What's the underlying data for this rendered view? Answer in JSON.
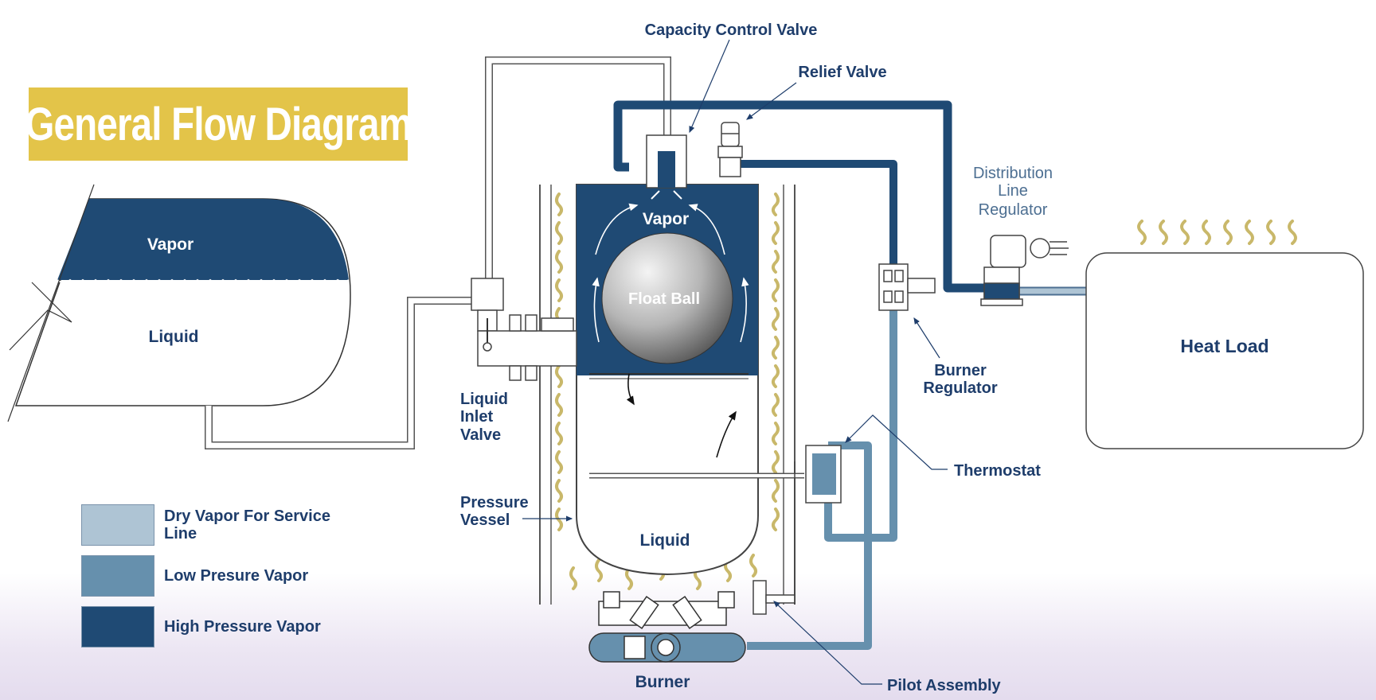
{
  "title": "General Flow Diagram",
  "labels": {
    "capacity_control_valve": "Capacity Control Valve",
    "relief_valve": "Relief Valve",
    "distribution_line_regulator": [
      "Distribution",
      "Line",
      "Regulator"
    ],
    "vapor_tank": "Vapor",
    "liquid_tank": "Liquid",
    "vapor_vessel": "Vapor",
    "float_ball": "Float Ball",
    "liquid_inlet_valve": [
      "Liquid",
      "Inlet",
      "Valve"
    ],
    "pressure_vessel": [
      "Pressure",
      "Vessel"
    ],
    "liquid_vessel": "Liquid",
    "burner": "Burner",
    "burner_regulator": [
      "Burner",
      "Regulator"
    ],
    "thermostat": "Thermostat",
    "pilot_assembly": "Pilot Assembly",
    "heat_load": "Heat Load"
  },
  "legend": [
    {
      "label": "Dry Vapor For Service Line",
      "color": "#aec4d4"
    },
    {
      "label": "Low Presure Vapor",
      "color": "#6690ad"
    },
    {
      "label": "High Pressure Vapor",
      "color": "#1f4a74"
    }
  ],
  "colors": {
    "high_pressure": "#1f4a74",
    "low_pressure": "#6690ad",
    "dry_vapor": "#aec4d4",
    "banner": "#e3c449",
    "flame": "#c9b86a"
  }
}
